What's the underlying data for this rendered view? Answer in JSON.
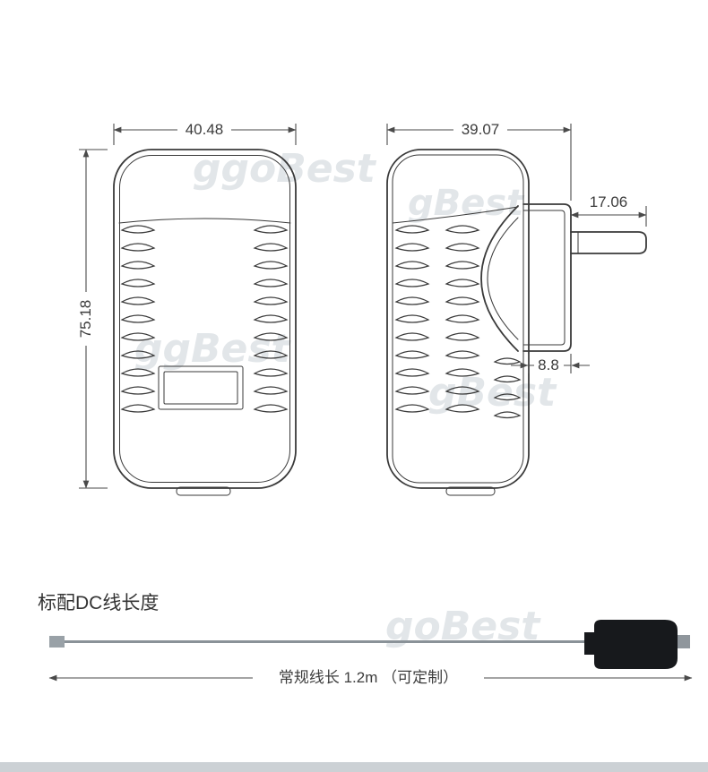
{
  "views": {
    "front": {
      "width": "40.48",
      "height": "75.18"
    },
    "side": {
      "width": "39.07",
      "pin_length": "17.06",
      "plug_depth": "8.8"
    }
  },
  "cable": {
    "heading": "标配DC线长度",
    "length_label": "常规线长 1.2m （可定制）"
  },
  "watermark": {
    "fragments": [
      "ggoBest",
      "gBest",
      "ggBest",
      "gBest",
      "goBest"
    ]
  },
  "colors": {
    "background": "#ffffff",
    "outline": "#3a3a3a",
    "dimension": "#4a4a4a",
    "watermark": "#e2e6e9",
    "cable_plug": "#17191c",
    "footer_bar": "#ccd1d5"
  }
}
